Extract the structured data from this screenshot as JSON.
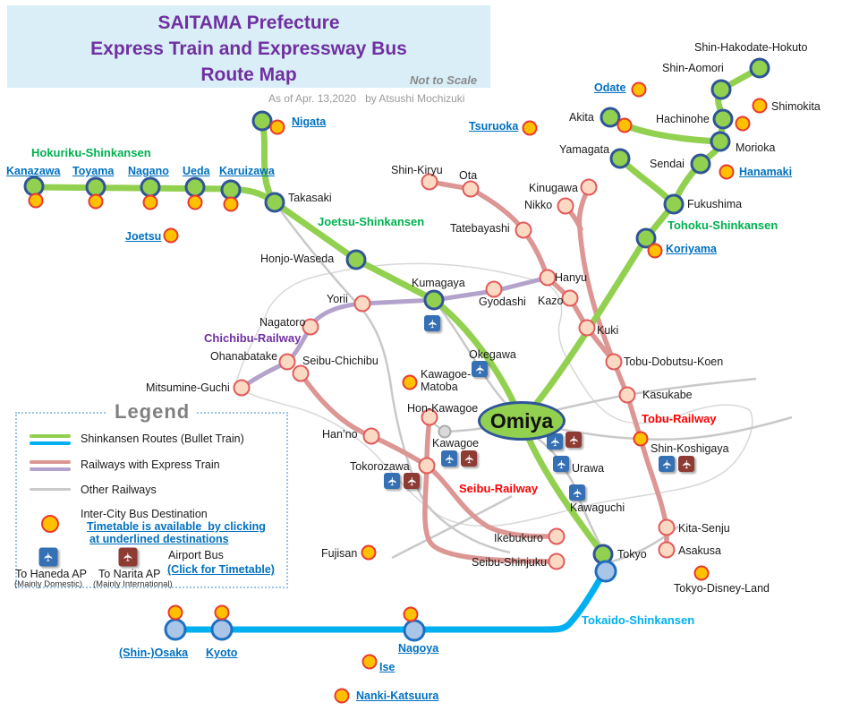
{
  "header": {
    "title_line1": "SAITAMA Prefecture",
    "title_line2": "Express Train and Expressway Bus",
    "title_line3": "Route Map",
    "not_to_scale": "Not to Scale",
    "as_of": "As of Apr. 13,2020   by Atsushi Mochizuki"
  },
  "icons": {
    "airplane": "✈"
  },
  "labels": {
    "hokuriku_shinkansen": "Hokuriku-Shinkansen",
    "joetsu_shinkansen": "Joetsu-Shinkansen",
    "tohoku_shinkansen": "Tohoku-Shinkansen",
    "tokaido_shinkansen": "Tokaido-Shinkansen",
    "chichibu_railway": "Chichibu-Railway",
    "tobu_railway": "Tobu-Railway",
    "seibu_railway": "Seibu-Railway",
    "kanazawa": "Kanazawa",
    "toyama": "Toyama",
    "nagano": "Nagano",
    "ueda": "Ueda",
    "karuizawa": "Karuizawa",
    "joetsu": "Joetsu",
    "nigata": "Nigata",
    "takasaki": "Takasaki",
    "honjo_waseda": "Honjo-Waseda",
    "kumagaya": "Kumagaya",
    "shin_kiryu": "Shin-Kiryu",
    "ota": "Ota",
    "tatebayashi": "Tatebayashi",
    "kinugawa": "Kinugawa",
    "nikko": "Nikko",
    "hanyu": "Hanyu",
    "kazo": "Kazo",
    "kuki": "Kuki",
    "gyodashi": "Gyodashi",
    "tobu_dobutsu_koen": "Tobu-Dobutsu-Koen",
    "kasukabe": "Kasukabe",
    "shin_koshigaya": "Shin-Koshigaya",
    "kita_senju": "Kita-Senju",
    "asakusa": "Asakusa",
    "tokyo_disney_land": "Tokyo-Disney-Land",
    "yorii": "Yorii",
    "nagatoro": "Nagatoro",
    "ohanabatake": "Ohanabatake",
    "seibu_chichibu": "Seibu-Chichibu",
    "mitsumine_guchi": "Mitsumine-Guchi",
    "hanno": "Han’no",
    "kawagoe_matoba_1": "Kawagoe-",
    "kawagoe_matoba_2": "Matoba",
    "hon_kawagoe": "Hon-Kawagoe",
    "kawagoe": "Kawagoe",
    "okegawa": "Okegawa",
    "tokorozawa": "Tokorozawa",
    "omiya": "Omiya",
    "urawa": "Urawa",
    "kawaguchi": "Kawaguchi",
    "ikebukuro": "Ikebukuro",
    "seibu_shinjuku": "Seibu-Shinjuku",
    "fujisan": "Fujisan",
    "tokyo": "Tokyo",
    "nagoya": "Nagoya",
    "ise": "Ise",
    "nanki_katsuura": "Nanki-Katsuura",
    "kyoto": "Kyoto",
    "osaka": "(Shin-)Osaka",
    "tsuruoka": "Tsuruoka",
    "odate": "Odate",
    "akita": "Akita",
    "shimokita": "Shimokita",
    "hachinohe": "Hachinohe",
    "morioka": "Morioka",
    "yamagata": "Yamagata",
    "sendai": "Sendai",
    "hanamaki": "Hanamaki",
    "fukushima": "Fukushima",
    "koriyama": "Koriyama",
    "shin_hakodate_hokuto": "Shin-Hakodate-Hokuto",
    "shin_aomori": "Shin-Aomori"
  },
  "legend": {
    "title": "Legend",
    "shinkansen": "Shinkansen Routes (Bullet Train)",
    "express": "Railways with Express Train",
    "other": "Other Railways",
    "bus": "Inter-City Bus Destination",
    "bus_link1": "Timetable is available  by clicking",
    "bus_link2": "at underlined destinations",
    "haneda": "To Haneda AP",
    "haneda_sub": "(Mainly Domestic)",
    "narita": "To Narita AP",
    "narita_sub": "(Mainly International)",
    "airport_bus": "Airport Bus",
    "airport_link": "(Click for Timetable)"
  },
  "colors": {
    "shinkansen_green": "#92D050",
    "tokaido_blue": "#00B0F0",
    "express_pink": "#DC9694",
    "express_purple": "#B3A3CC",
    "other_gray": "#C9C9C9",
    "bus_orange": "#FFC000",
    "haneda_blue": "#3570B4",
    "narita_red": "#8E3B34",
    "link_blue": "#0070C0",
    "title_purple": "#7030A0",
    "header_bg": "#D9EEF7"
  }
}
